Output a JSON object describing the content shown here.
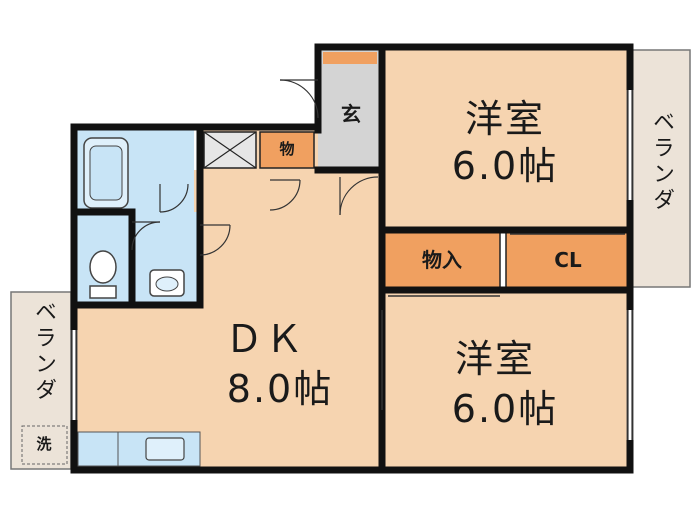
{
  "rooms": {
    "western_top": {
      "name": "洋室",
      "size": "6.0帖"
    },
    "western_bottom": {
      "name": "洋室",
      "size": "6.0帖"
    },
    "dk": {
      "name": "ＤＫ",
      "size": "8.0帖"
    }
  },
  "labels": {
    "entrance": "玄",
    "storage_small": "物",
    "closet_storage": "物入",
    "closet": "CL",
    "balcony_right": "ベランダ",
    "balcony_left": "ベランダ",
    "washer": "洗"
  },
  "colors": {
    "room": "#f6d4b0",
    "storage": "#f0a060",
    "bath": "#c8e4f6",
    "balcony": "#ece3d8",
    "wall": "#111111",
    "entry": "#d4d4d4"
  }
}
